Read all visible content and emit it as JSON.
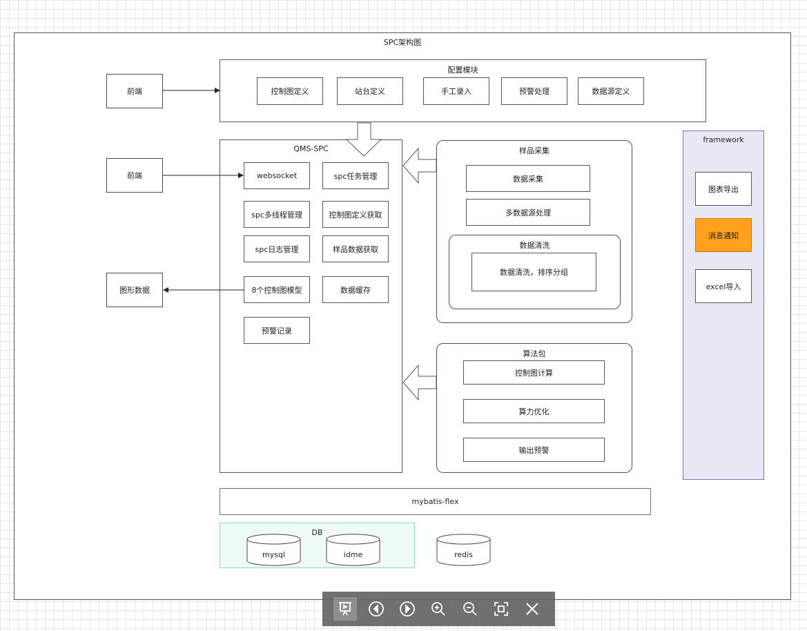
{
  "diagram": {
    "title": "SPC架构图",
    "frontend_labels": [
      "前端",
      "前端"
    ],
    "graph_data_label": "图形数据",
    "config_module": {
      "title": "配置模块",
      "items": [
        "控制图定义",
        "站台定义",
        "手工录入",
        "预警处理",
        "数据源定义"
      ]
    },
    "qms_spc": {
      "title": "QMS-SPC",
      "items": [
        "websocket",
        "spc任务管理",
        "spc多线程管理",
        "控制图定义获取",
        "spc日志管理",
        "样品数据获取",
        "8个控制图模型",
        "数据缓存",
        "预警记录"
      ]
    },
    "sample_collection": {
      "title": "样品采集",
      "items": [
        "数据采集",
        "多数据源处理"
      ],
      "cleaning": {
        "title": "数据清洗",
        "item": "数据清洗，排序分组"
      }
    },
    "algorithm": {
      "title": "算法包",
      "items": [
        "控制图计算",
        "算力优化",
        "输出预警"
      ]
    },
    "framework": {
      "title": "framework",
      "items": [
        "图表导出",
        "消息通知",
        "excel导入"
      ]
    },
    "orm": "mybatis-flex",
    "db": {
      "title": "DB",
      "items": [
        "mysql",
        "idme"
      ]
    },
    "cache": "redis"
  },
  "colors": {
    "framework_bg": "#e8e8f5",
    "framework_border": "#6f73b8",
    "highlight": "#ffa11d",
    "db_bg": "#eefaf6",
    "db_border": "#8fd8c8"
  },
  "toolbar": {
    "icons": [
      "present-icon",
      "previous-icon",
      "next-icon",
      "zoom-in-icon",
      "zoom-out-icon",
      "fit-icon",
      "close-icon"
    ]
  }
}
